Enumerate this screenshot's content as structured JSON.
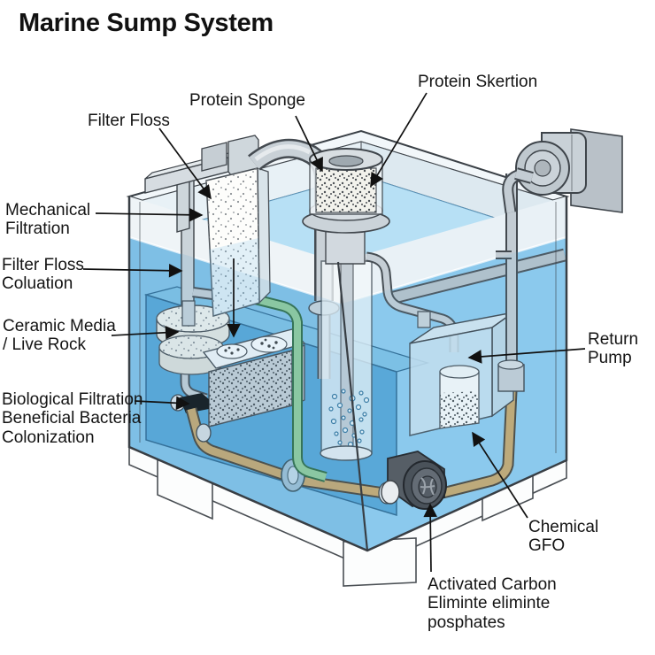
{
  "title": "Marine Sump System",
  "diagram": {
    "labels": {
      "filter_floss": "Filter Floss",
      "protein_sponge": "Protein Sponge",
      "protein_skimmer": "Protein Skertion",
      "mechanical_filtration": "Mechanical\nFiltration",
      "filter_floss_coluation": "Filter Floss\nColuation",
      "ceramic_media": "Ceramic Media\n/ Live Rock",
      "biological_filtration": "Biological Filtration\nBeneficial Bacteria\nColonization",
      "return_pump": "Return\nPump",
      "chemical_gfo": "Chemical\nGFO",
      "activated_carbon": "Activated Carbon\nEliminte eliminte\nposphates"
    },
    "colors": {
      "water": "#84C3E8",
      "water_right": "#90CCEF",
      "water_surface": "#B7E0F5",
      "water_deep_chamber": "#57A7D8",
      "pipe_tan": "#C9A96E",
      "pipe_green": "#92CD99",
      "pipe_gray": "#C5CED5",
      "outline": "#3A4046",
      "label_text": "#141414"
    }
  }
}
